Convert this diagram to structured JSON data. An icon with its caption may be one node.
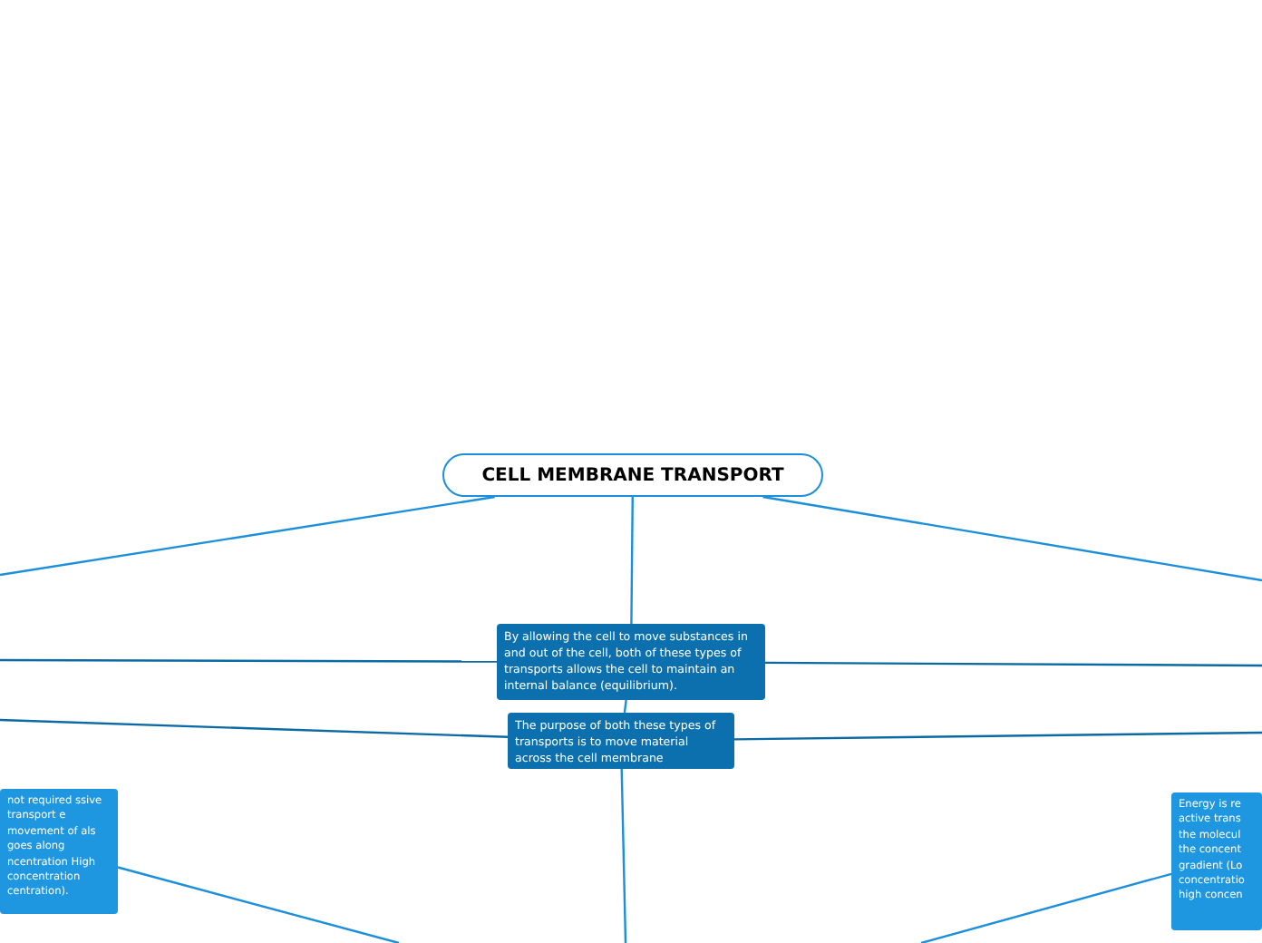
{
  "diagram": {
    "nodes": [
      {
        "text": [
          "CELL MEMBRANE TRANSPORT"
        ]
      },
      {
        "text": [
          "By allowing the cell to move substances in and out of the cell, both of these types of transports allows the cell to maintain an internal balance (equilibrium)."
        ]
      },
      {
        "text": [
          "The purpose of both these types of transports is to move material across the cell membrane"
        ]
      },
      {
        "text": [
          "not required ssive transport e movement of als goes along ncentration High concentration centration)."
        ]
      },
      {
        "text": [
          "Energy is re active trans the molecul the concent gradient (Lo concentratio high concen"
        ]
      }
    ],
    "edges": [
      {
        "from": 0,
        "to": null,
        "arrow": "none"
      },
      {
        "from": 0,
        "to": null,
        "arrow": "none"
      },
      {
        "from": 0,
        "to": 1,
        "arrow": "none"
      },
      {
        "from": 1,
        "to": 2,
        "arrow": "none"
      },
      {
        "from": null,
        "to": 1,
        "arrow": "none",
        "color": "#0b6aa3"
      },
      {
        "from": 1,
        "to": null,
        "arrow": "none",
        "color": "#0b6aa3"
      },
      {
        "from": null,
        "to": 2,
        "arrow": "none",
        "color": "#0b6aa3"
      },
      {
        "from": 2,
        "to": null,
        "arrow": "none",
        "color": "#0b6aa3"
      },
      {
        "from": 2,
        "to": null,
        "arrow": "none"
      },
      {
        "from": 3,
        "to": null,
        "arrow": "none"
      },
      {
        "from": 4,
        "to": null,
        "arrow": "none"
      }
    ]
  }
}
